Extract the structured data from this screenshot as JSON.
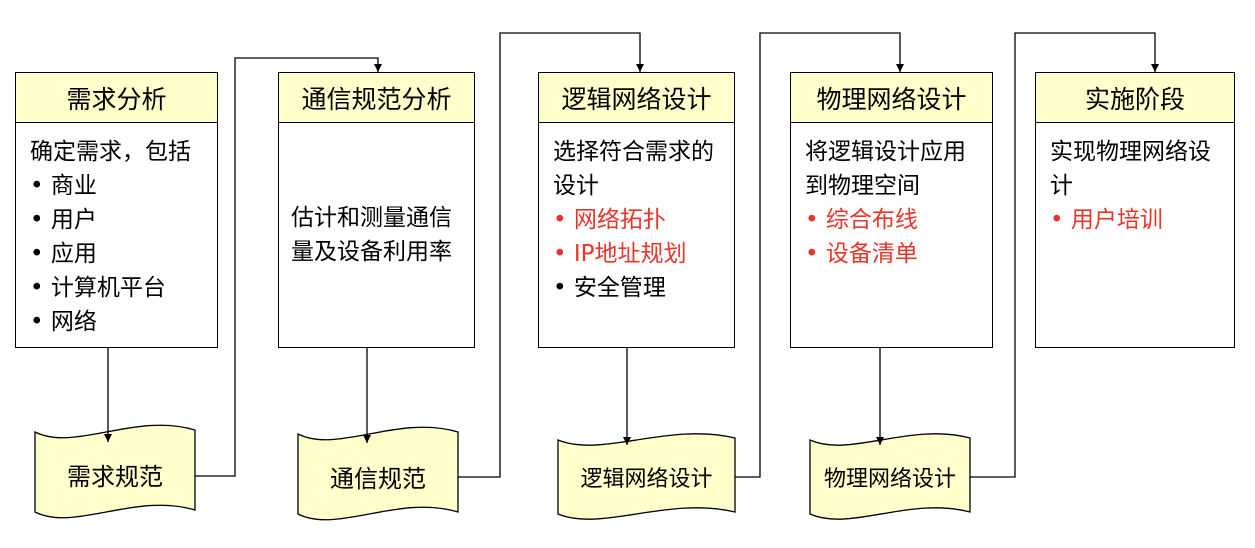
{
  "colors": {
    "header_fill": "#ffffcc",
    "document_fill": "#ffffcc",
    "highlight_text": "#e8352b",
    "ink": "#000000"
  },
  "phases": [
    {
      "title": "需求分析",
      "lines": [
        {
          "text": "确定需求，包括",
          "highlight": false
        },
        {
          "text": "• 商业",
          "highlight": false
        },
        {
          "text": "• 用户",
          "highlight": false
        },
        {
          "text": "• 应用",
          "highlight": false
        },
        {
          "text": "• 计算机平台",
          "highlight": false
        },
        {
          "text": "• 网络",
          "highlight": false
        }
      ]
    },
    {
      "title": "通信规范分析",
      "lines": [
        {
          "text": "估计和测量通信",
          "highlight": false
        },
        {
          "text": "量及设备利用率",
          "highlight": false
        }
      ]
    },
    {
      "title": "逻辑网络设计",
      "lines": [
        {
          "text": "选择符合需求的",
          "highlight": false
        },
        {
          "text": "设计",
          "highlight": false
        },
        {
          "text": "• 网络拓扑",
          "highlight": true
        },
        {
          "text": "• IP地址规划",
          "highlight": true
        },
        {
          "text": "• 安全管理",
          "highlight": false
        }
      ]
    },
    {
      "title": "物理网络设计",
      "lines": [
        {
          "text": "将逻辑设计应用",
          "highlight": false
        },
        {
          "text": "到物理空间",
          "highlight": false
        },
        {
          "text": "• 综合布线",
          "highlight": true
        },
        {
          "text": "• 设备清单",
          "highlight": true
        }
      ]
    },
    {
      "title": "实施阶段",
      "lines": [
        {
          "text": "实现物理网络设",
          "highlight": false
        },
        {
          "text": "计",
          "highlight": false
        },
        {
          "text": "• 用户培训",
          "highlight": true
        }
      ]
    }
  ],
  "documents": [
    {
      "label": "需求规范"
    },
    {
      "label": "通信规范"
    },
    {
      "label": "逻辑网络设计"
    },
    {
      "label": "物理网络设计"
    }
  ]
}
